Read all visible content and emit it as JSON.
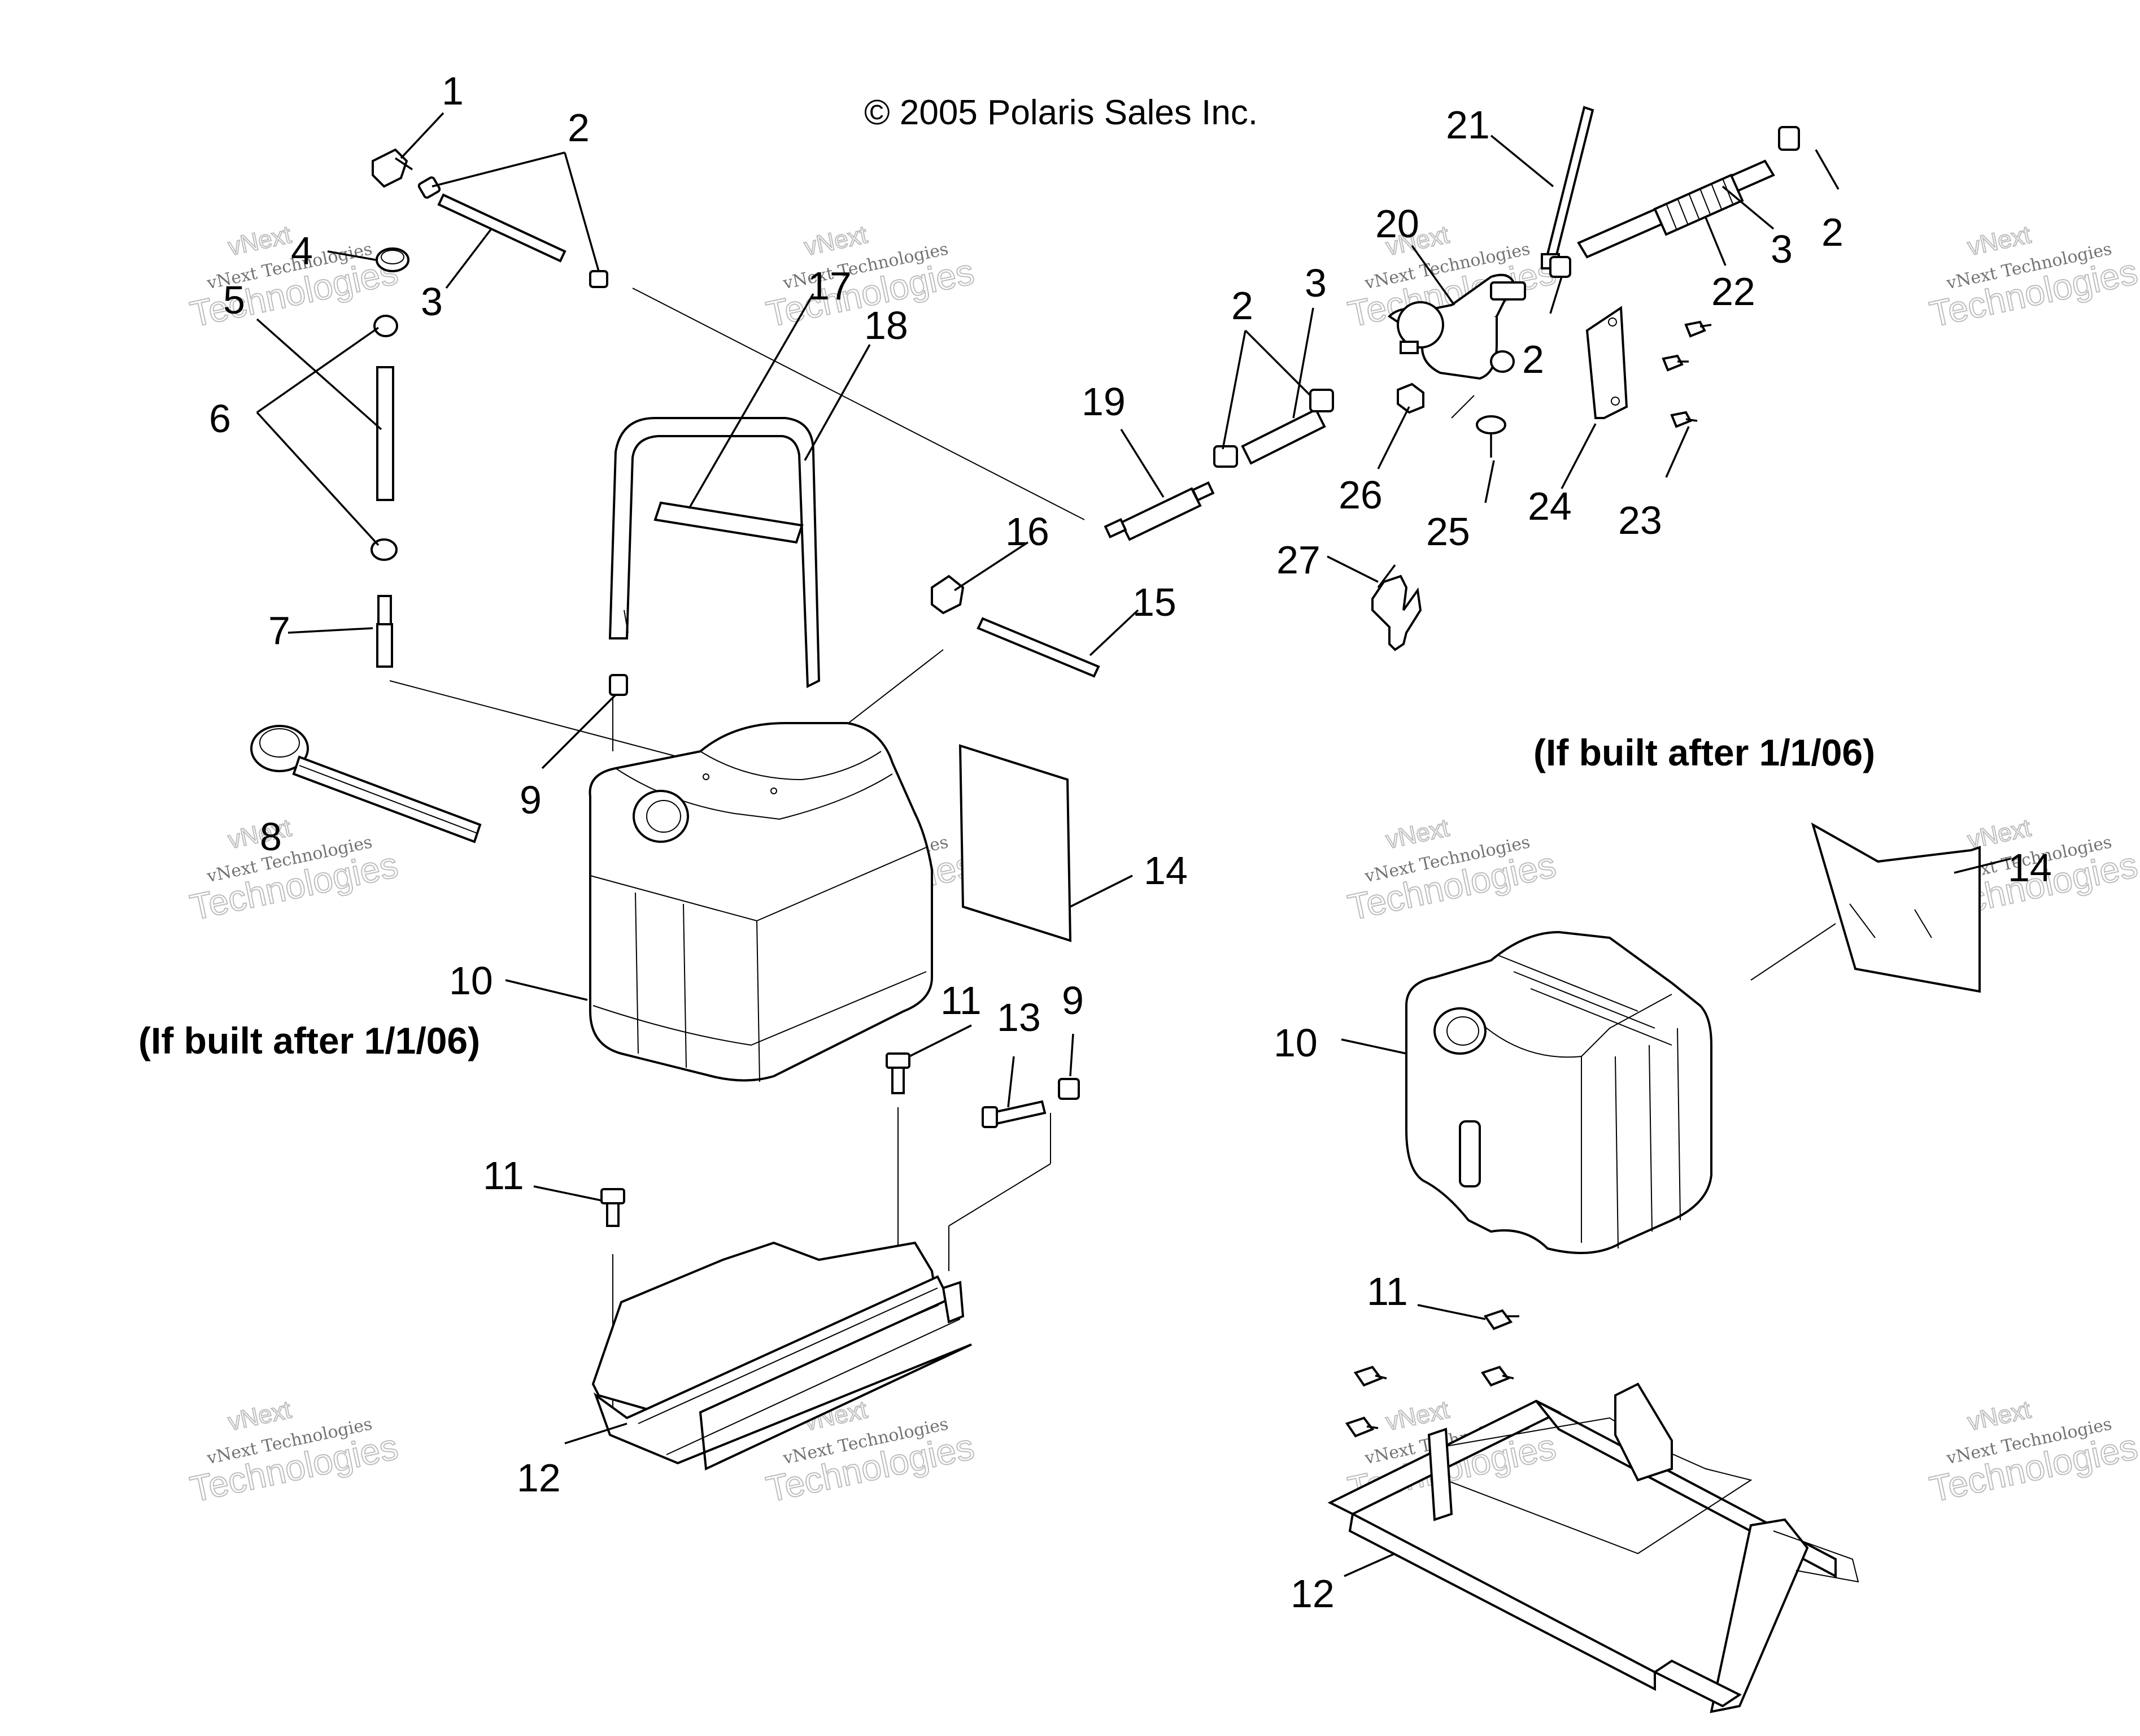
{
  "copyright": "© 2005 Polaris Sales Inc.",
  "notes": {
    "left": "(If built after 1/1/06)",
    "right": "(If built after 1/1/06)"
  },
  "callouts": {
    "c1": "1",
    "c2a": "2",
    "c3a": "3",
    "c4": "4",
    "c5": "5",
    "c6": "6",
    "c7": "7",
    "c8": "8",
    "c9a": "9",
    "c10a": "10",
    "c11a": "11",
    "c12a": "12",
    "c13": "13",
    "c9b": "9",
    "c11b": "11",
    "c14a": "14",
    "c15": "15",
    "c16": "16",
    "c17": "17",
    "c18": "18",
    "c19": "19",
    "c2b": "2",
    "c3b": "3",
    "c20": "20",
    "c21": "21",
    "c2c": "2",
    "c2d": "2",
    "c3c": "3",
    "c22": "22",
    "c23": "23",
    "c24": "24",
    "c25": "25",
    "c26": "26",
    "c27": "27",
    "c10b": "10",
    "c14b": "14",
    "c11c": "11",
    "c12b": "12"
  },
  "watermark": {
    "line1": "vNext",
    "line2": "vNext Technologies",
    "line3": "Technologies"
  }
}
